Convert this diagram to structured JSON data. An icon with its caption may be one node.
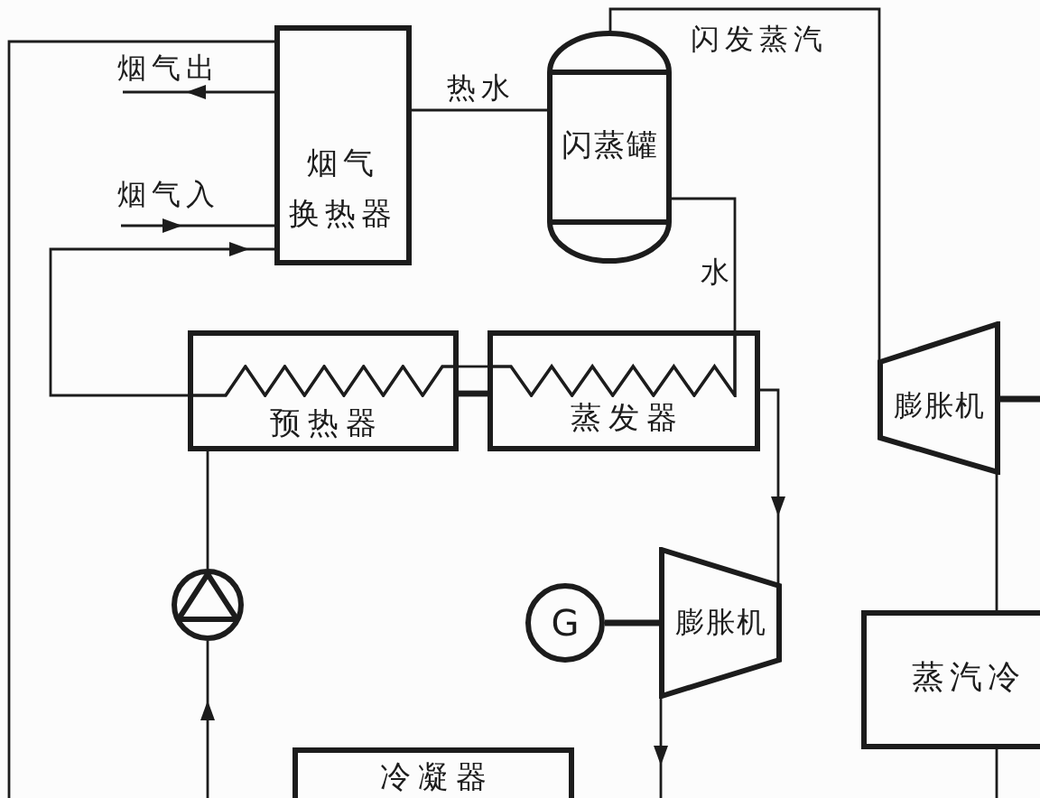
{
  "diagram": {
    "nodes": [
      {
        "text": [
          "烟气换热器"
        ]
      },
      {
        "text": [
          "闪蒸罐"
        ]
      },
      {
        "text": [
          "预热器"
        ]
      },
      {
        "text": [
          "蒸发器"
        ]
      },
      {
        "text": [
          "膨胀机"
        ]
      },
      {
        "text": [],
        "shape": "circle"
      },
      {
        "text": [
          "G"
        ]
      },
      {
        "text": [
          "膨胀机"
        ]
      },
      {
        "text": [
          "蒸汽冷"
        ]
      },
      {
        "text": [
          "冷凝器"
        ]
      }
    ],
    "edges": [
      {
        "from": 0,
        "to": null,
        "arrow": "to",
        "label": "烟气出"
      },
      {
        "from": null,
        "to": 0,
        "arrow": "to",
        "label": "烟气入"
      },
      {
        "from": 0,
        "to": 1,
        "arrow": "none",
        "label": "热水"
      },
      {
        "from": 1,
        "to": 4,
        "arrow": "none",
        "label": "闪发蒸汽"
      },
      {
        "from": 1,
        "to": 3,
        "arrow": "none",
        "label": "水"
      },
      {
        "from": 3,
        "to": 2,
        "arrow": "none"
      },
      {
        "from": 2,
        "to": 0,
        "arrow": "to"
      },
      {
        "from": 0,
        "to": null,
        "arrow": "none"
      },
      {
        "from": 3,
        "to": 7,
        "arrow": "to"
      },
      {
        "from": 6,
        "to": 7,
        "arrow": "none",
        "style": "thick"
      },
      {
        "from": 5,
        "to": 2,
        "arrow": "none"
      },
      {
        "from": null,
        "to": 5,
        "arrow": "to"
      },
      {
        "from": 7,
        "to": null,
        "arrow": "to"
      },
      {
        "from": 4,
        "to": 8,
        "arrow": "none"
      },
      {
        "from": 4,
        "to": null,
        "arrow": "none",
        "style": "thick"
      },
      {
        "from": 8,
        "to": null,
        "arrow": "none"
      },
      {
        "from": 2,
        "to": 3,
        "arrow": "none",
        "style": "thick"
      }
    ]
  }
}
